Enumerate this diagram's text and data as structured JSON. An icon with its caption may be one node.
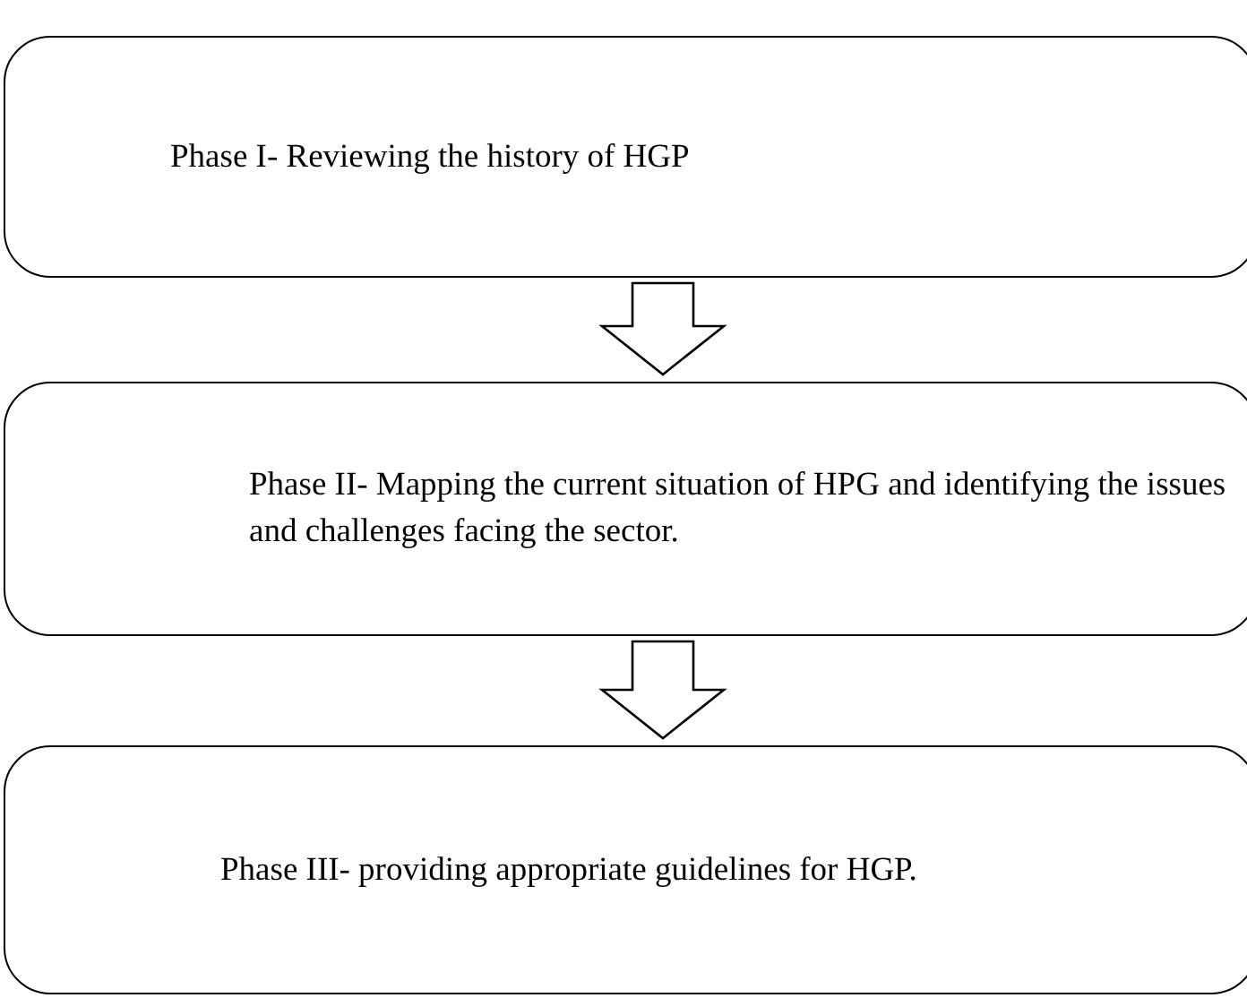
{
  "diagram": {
    "nodes": [
      {
        "text": [
          "Phase I- Reviewing the history of HGP"
        ]
      },
      {
        "text": [
          "Phase II- Mapping the current situation of HPG and identifying the issues and challenges facing the sector."
        ]
      },
      {
        "text": [
          "Phase III- providing appropriate guidelines for HGP."
        ]
      }
    ],
    "edges": [
      {
        "from": 0,
        "to": 1,
        "arrow": "to"
      },
      {
        "from": 1,
        "to": 2,
        "arrow": "to"
      }
    ]
  }
}
